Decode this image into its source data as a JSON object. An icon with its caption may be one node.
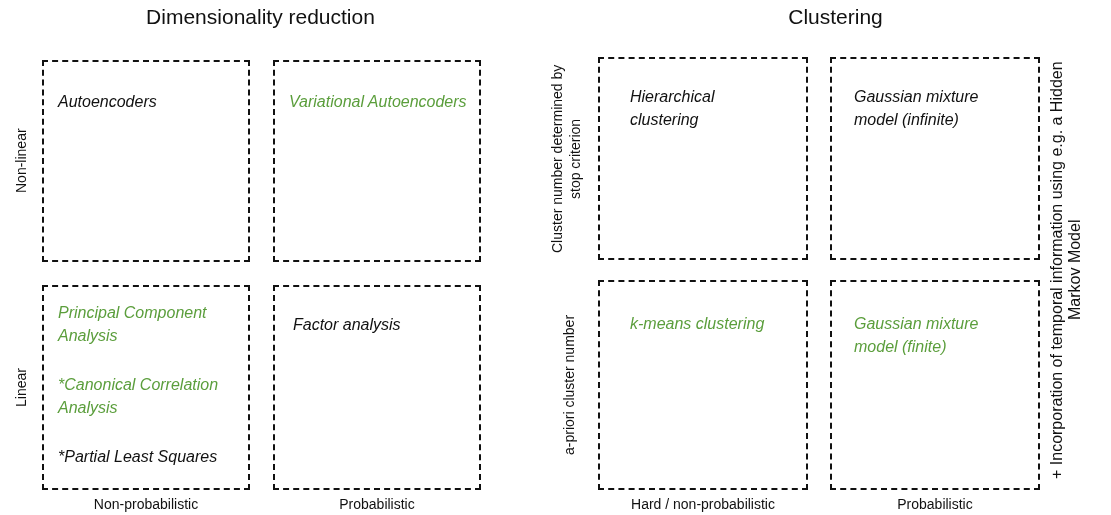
{
  "diagram": {
    "nodes": [
      {
        "text": [
          "Autoencoders"
        ]
      },
      {
        "text": [
          "Variational Autoencoders"
        ]
      },
      {
        "text": [
          "Principal Component Analysis",
          "*Canonical Correlation Analysis",
          "*Partial Least Squares"
        ]
      },
      {
        "text": [
          "Factor analysis"
        ]
      },
      {
        "text": [
          "Hierarchical clustering"
        ]
      },
      {
        "text": [
          "Gaussian mixture model (infinite)"
        ]
      },
      {
        "text": [
          "k-means clustering"
        ]
      },
      {
        "text": [
          "Gaussian mixture model (finite)"
        ]
      }
    ],
    "labels": [
      "Dimensionality reduction",
      "Clustering",
      "Non-linear",
      "Cluster number determined by stop criterion",
      "+ Incorporation of temporal information using e.g. a Hidden Markov Model",
      "Linear",
      "a-priori cluster number",
      "Non-probabilistic",
      "Probabilistic",
      "Hard / non-probabilistic",
      "Probabilistic"
    ]
  }
}
